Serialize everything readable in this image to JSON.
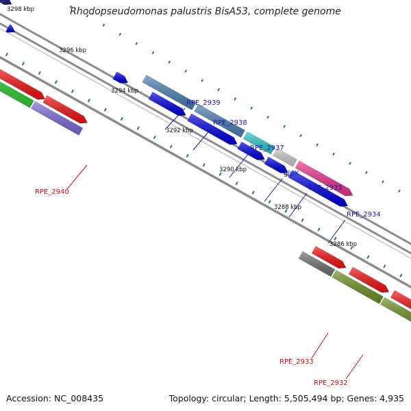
{
  "title": "Rhodopseudomonas palustris BisA53, complete genome",
  "accession_text": "Accession: NC_008435",
  "summary_text": "Topology: circular; Length: 5,505,494 bp; Genes: 4,935",
  "colors": {
    "backbone": "#8c8c8c",
    "tick": "#2e7d32",
    "label_forward": "#1a1aa6",
    "label_reverse": "#cc1111"
  },
  "ticks": [
    "3298 kbp",
    "3296 kbp",
    "3294 kbp",
    "3292 kbp",
    "3290 kbp",
    "3288 kbp",
    "3286 kbp"
  ],
  "genes": [
    {
      "name": "RPE_2939",
      "color": "#4a7fb0"
    },
    {
      "name": "RPE_2938",
      "color": "#4a7fb0"
    },
    {
      "name": "RPE_2937",
      "color": "#2bc8cc"
    },
    {
      "name": "glpX",
      "color": "#c8c8c8"
    },
    {
      "name": "RPE_2935",
      "color": "#e8338c"
    },
    {
      "name": "RPE_2934",
      "color": "#e8338c"
    },
    {
      "name": "RPE_2940",
      "color": "#7b68d6"
    },
    {
      "name": "RPE_2933",
      "color": "#707070"
    },
    {
      "name": "RPE_2932",
      "color": "#6b8e23"
    }
  ]
}
